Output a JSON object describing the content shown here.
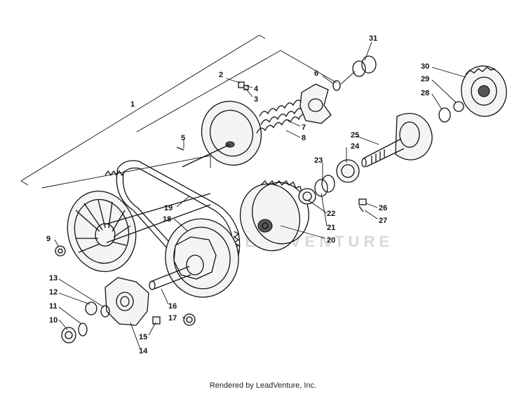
{
  "diagram": {
    "callouts": [
      "1",
      "2",
      "3",
      "4",
      "5",
      "6",
      "7",
      "8",
      "9",
      "10",
      "11",
      "12",
      "13",
      "14",
      "15",
      "16",
      "17",
      "18",
      "19",
      "20",
      "21",
      "22",
      "23",
      "24",
      "25",
      "26",
      "27",
      "28",
      "29",
      "30",
      "31"
    ],
    "watermark": "LEADVENTURE"
  },
  "footer": {
    "credit": "Rendered by LeadVenture, Inc."
  }
}
